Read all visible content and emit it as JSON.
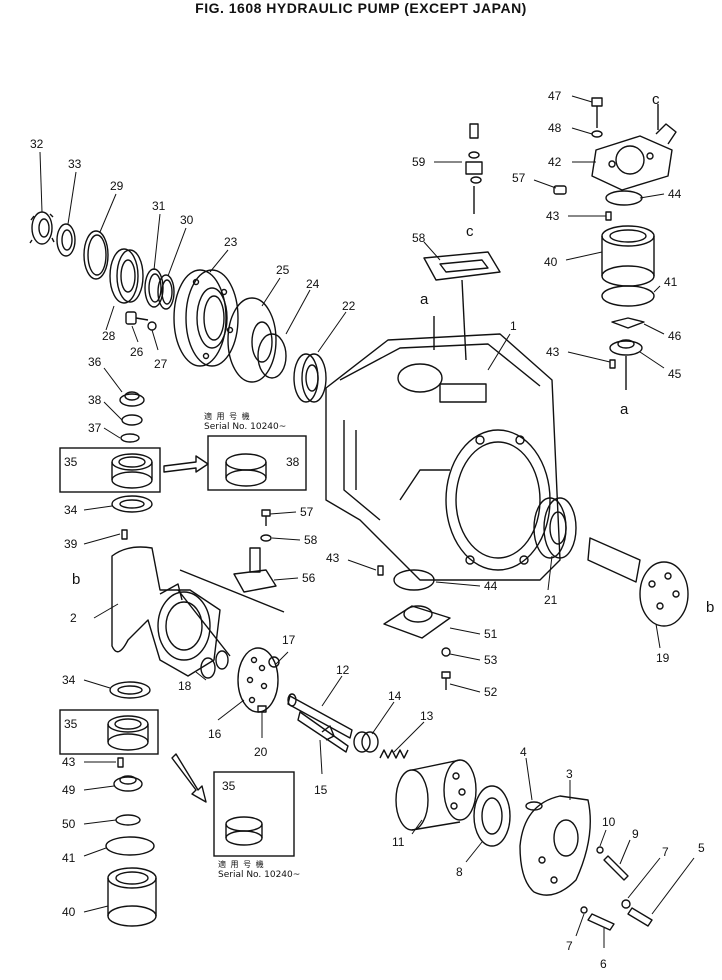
{
  "title": "FIG. 1608   HYDRAULIC PUMP (EXCEPT JAPAN)",
  "serial_note_upper": {
    "jp": "適 用 号 機",
    "text": "Serial No. 10240~"
  },
  "serial_note_lower": {
    "jp": "適 用 号 機",
    "text": "Serial No. 10240~"
  },
  "callouts": [
    {
      "id": "c32",
      "text": "32"
    },
    {
      "id": "c33",
      "text": "33"
    },
    {
      "id": "c29",
      "text": "29"
    },
    {
      "id": "c31",
      "text": "31"
    },
    {
      "id": "c30",
      "text": "30"
    },
    {
      "id": "c23",
      "text": "23"
    },
    {
      "id": "c25",
      "text": "25"
    },
    {
      "id": "c24",
      "text": "24"
    },
    {
      "id": "c22",
      "text": "22"
    },
    {
      "id": "c28",
      "text": "28"
    },
    {
      "id": "c26",
      "text": "26"
    },
    {
      "id": "c27",
      "text": "27"
    },
    {
      "id": "c36",
      "text": "36"
    },
    {
      "id": "c38a",
      "text": "38"
    },
    {
      "id": "c37",
      "text": "37"
    },
    {
      "id": "c35a",
      "text": "35"
    },
    {
      "id": "c38b",
      "text": "38"
    },
    {
      "id": "c34a",
      "text": "34"
    },
    {
      "id": "c39",
      "text": "39"
    },
    {
      "id": "cb1",
      "text": "b"
    },
    {
      "id": "c2",
      "text": "2"
    },
    {
      "id": "c34b",
      "text": "34"
    },
    {
      "id": "c35b",
      "text": "35"
    },
    {
      "id": "c43a",
      "text": "43"
    },
    {
      "id": "c49",
      "text": "49"
    },
    {
      "id": "c50",
      "text": "50"
    },
    {
      "id": "c41a",
      "text": "41"
    },
    {
      "id": "c40a",
      "text": "40"
    },
    {
      "id": "c35c",
      "text": "35"
    },
    {
      "id": "c18",
      "text": "18"
    },
    {
      "id": "c16",
      "text": "16"
    },
    {
      "id": "c17",
      "text": "17"
    },
    {
      "id": "c20",
      "text": "20"
    },
    {
      "id": "c12",
      "text": "12"
    },
    {
      "id": "c15",
      "text": "15"
    },
    {
      "id": "c14",
      "text": "14"
    },
    {
      "id": "c13",
      "text": "13"
    },
    {
      "id": "c11",
      "text": "11"
    },
    {
      "id": "c8",
      "text": "8"
    },
    {
      "id": "c4",
      "text": "4"
    },
    {
      "id": "c3",
      "text": "3"
    },
    {
      "id": "c10",
      "text": "10"
    },
    {
      "id": "c9",
      "text": "9"
    },
    {
      "id": "c7a",
      "text": "7"
    },
    {
      "id": "c5",
      "text": "5"
    },
    {
      "id": "c7b",
      "text": "7"
    },
    {
      "id": "c6",
      "text": "6"
    },
    {
      "id": "c57a",
      "text": "57"
    },
    {
      "id": "c58a",
      "text": "58"
    },
    {
      "id": "c56",
      "text": "56"
    },
    {
      "id": "c43b",
      "text": "43"
    },
    {
      "id": "c44a",
      "text": "44"
    },
    {
      "id": "c51",
      "text": "51"
    },
    {
      "id": "c53",
      "text": "53"
    },
    {
      "id": "c52",
      "text": "52"
    },
    {
      "id": "c21",
      "text": "21"
    },
    {
      "id": "c19",
      "text": "19"
    },
    {
      "id": "cb2",
      "text": "b"
    },
    {
      "id": "c1",
      "text": "1"
    },
    {
      "id": "ca1",
      "text": "a"
    },
    {
      "id": "c58b",
      "text": "58"
    },
    {
      "id": "c59",
      "text": "59"
    },
    {
      "id": "cc1",
      "text": "c"
    },
    {
      "id": "c47",
      "text": "47"
    },
    {
      "id": "cc2",
      "text": "c"
    },
    {
      "id": "c48",
      "text": "48"
    },
    {
      "id": "c42",
      "text": "42"
    },
    {
      "id": "c57b",
      "text": "57"
    },
    {
      "id": "c44b",
      "text": "44"
    },
    {
      "id": "c43c",
      "text": "43"
    },
    {
      "id": "c40b",
      "text": "40"
    },
    {
      "id": "c41b",
      "text": "41"
    },
    {
      "id": "c46",
      "text": "46"
    },
    {
      "id": "c43d",
      "text": "43"
    },
    {
      "id": "c45",
      "text": "45"
    },
    {
      "id": "ca2",
      "text": "a"
    }
  ]
}
